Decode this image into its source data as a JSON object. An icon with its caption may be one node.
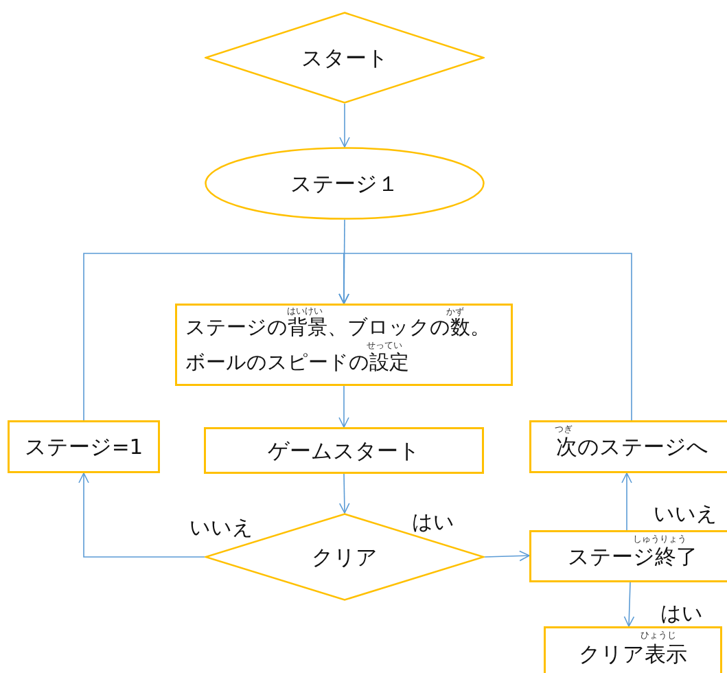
{
  "diagram": {
    "nodes": [
      {
        "text": [
          "スタート"
        ]
      },
      {
        "text": [
          "ステージ１"
        ]
      },
      {
        "text": [
          "ステージの背景、ブロックの数。ボールのスピードの設定",
          "はいけい",
          "かず",
          "せってい"
        ]
      },
      {
        "text": [
          "ゲームスタート"
        ]
      },
      {
        "text": [
          "クリア"
        ]
      },
      {
        "text": [
          "ステージ=1"
        ]
      },
      {
        "text": [
          "つぎ",
          "次のステージへ"
        ]
      },
      {
        "text": [
          "しゅうりょう",
          "ステージ終了"
        ]
      },
      {
        "text": [
          "ひょうじ",
          "クリア表示"
        ]
      }
    ],
    "edges": [
      {
        "from": 0,
        "to": 1,
        "arrow": "to"
      },
      {
        "from": 1,
        "to": 2,
        "arrow": "to"
      },
      {
        "from": 2,
        "to": 3,
        "arrow": "to"
      },
      {
        "from": 3,
        "to": 4,
        "arrow": "to"
      },
      {
        "from": 4,
        "to": 5,
        "arrow": "to",
        "label": "いいえ"
      },
      {
        "from": 4,
        "to": 7,
        "arrow": "to",
        "label": "はい"
      },
      {
        "from": 7,
        "to": 6,
        "arrow": "to",
        "label": "いいえ"
      },
      {
        "from": 7,
        "to": 8,
        "arrow": "to",
        "label": "はい"
      },
      {
        "from": 5,
        "to": 2,
        "arrow": "to"
      },
      {
        "from": 6,
        "to": 2,
        "arrow": "to"
      }
    ]
  }
}
